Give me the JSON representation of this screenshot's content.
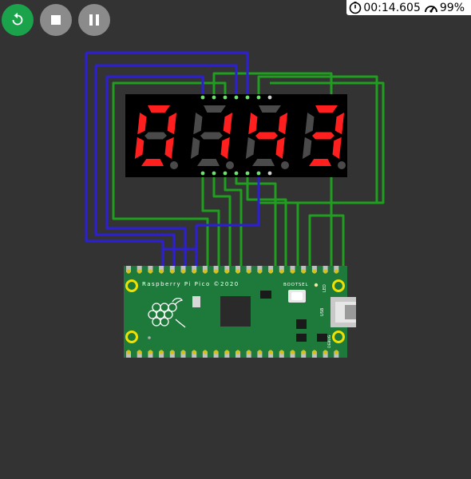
{
  "toolbar": {
    "restart_icon": "restart-icon",
    "stop_icon": "stop-icon",
    "pause_icon": "pause-icon",
    "restart_color": "#1aa34a",
    "button_color": "#8b8b8b"
  },
  "status": {
    "timer_icon": "stopwatch-icon",
    "elapsed": "00:14.605",
    "speed_icon": "speedometer-icon",
    "speed": "99%"
  },
  "display": {
    "digits": [
      "0",
      "1",
      "4",
      "3"
    ],
    "lit_color": "#ff1f1f",
    "off_color": "#4a4a4a",
    "background": "#000000"
  },
  "board": {
    "title": "Raspberry Pi Pico ©2020",
    "bootsel_label": "BOOTSEL",
    "led_label": "LED",
    "usb_label": "USB",
    "debug_label": "DEBUG",
    "color": "#1e7a3a"
  },
  "wires": {
    "blue": "#2c1fd6",
    "green": "#1f9e1f"
  }
}
